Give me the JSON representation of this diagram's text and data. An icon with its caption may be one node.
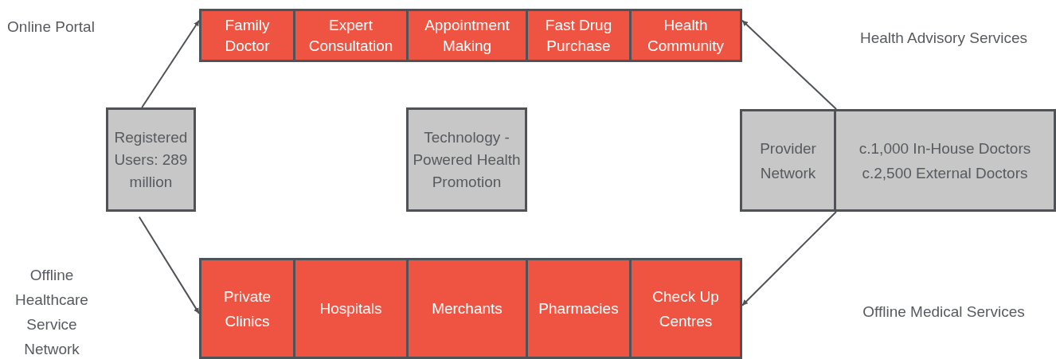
{
  "diagram": {
    "nodes": [
      {
        "text": [
          "Family Doctor"
        ]
      },
      {
        "text": [
          "Expert Consultation"
        ]
      },
      {
        "text": [
          "Appointment Making"
        ]
      },
      {
        "text": [
          "Fast Drug Purchase"
        ]
      },
      {
        "text": [
          "Health Community"
        ]
      },
      {
        "text": [
          "Registered Users: 289 million"
        ]
      },
      {
        "text": [
          "Technology - Powered Health Promotion"
        ]
      },
      {
        "text": [
          "Provider Network"
        ]
      },
      {
        "text": [
          "c.1,000 In-House Doctors",
          "c.2,500 External Doctors"
        ]
      },
      {
        "text": [
          "Private Clinics"
        ]
      },
      {
        "text": [
          "Hospitals"
        ]
      },
      {
        "text": [
          "Merchants"
        ]
      },
      {
        "text": [
          "Pharmacies"
        ]
      },
      {
        "text": [
          "Check Up Centres"
        ]
      }
    ],
    "edges": [
      {
        "from": 5,
        "to": 0,
        "arrow": "to"
      },
      {
        "from": 5,
        "to": 9,
        "arrow": "to"
      },
      {
        "from": 7,
        "to": 4,
        "arrow": "to"
      },
      {
        "from": 7,
        "to": 13,
        "arrow": "to"
      }
    ],
    "labels": [
      "Online Portal",
      "Health Advisory Services",
      "Offline Healthcare Service Network",
      "Offline Medical Services"
    ]
  }
}
